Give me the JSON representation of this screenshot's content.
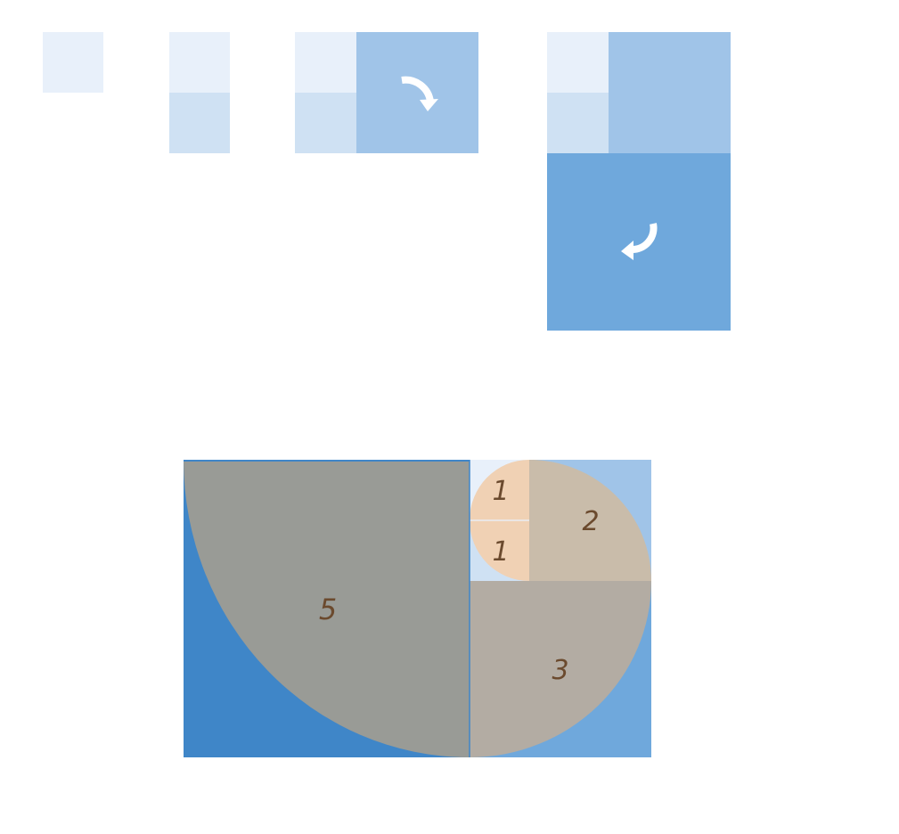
{
  "colors": {
    "square_1a": "#e8f0fa",
    "square_1b": "#cfe1f3",
    "square_2": "#a0c4e8",
    "square_3": "#6fa8dc",
    "square_5": "#3f86c8",
    "arc_small": "#f0d1b4",
    "arc_2": "#c9bcaa",
    "arc_3": "#b3aca3",
    "arc_5": "#999b96",
    "arrow": "#ffffff",
    "label_text": "#6b4a2e"
  },
  "steps": {
    "step1": {
      "squares": [
        1
      ]
    },
    "step2": {
      "squares": [
        1,
        1
      ]
    },
    "step3": {
      "squares": [
        1,
        1,
        2
      ],
      "rotation_arrow": "clockwise-arrow-icon"
    },
    "step4": {
      "squares": [
        1,
        1,
        2,
        3
      ],
      "rotation_arrow": "counterclockwise-arrow-icon"
    }
  },
  "spiral": {
    "labels": {
      "one_top": "1",
      "one_bottom": "1",
      "two": "2",
      "three": "3",
      "five": "5"
    }
  }
}
